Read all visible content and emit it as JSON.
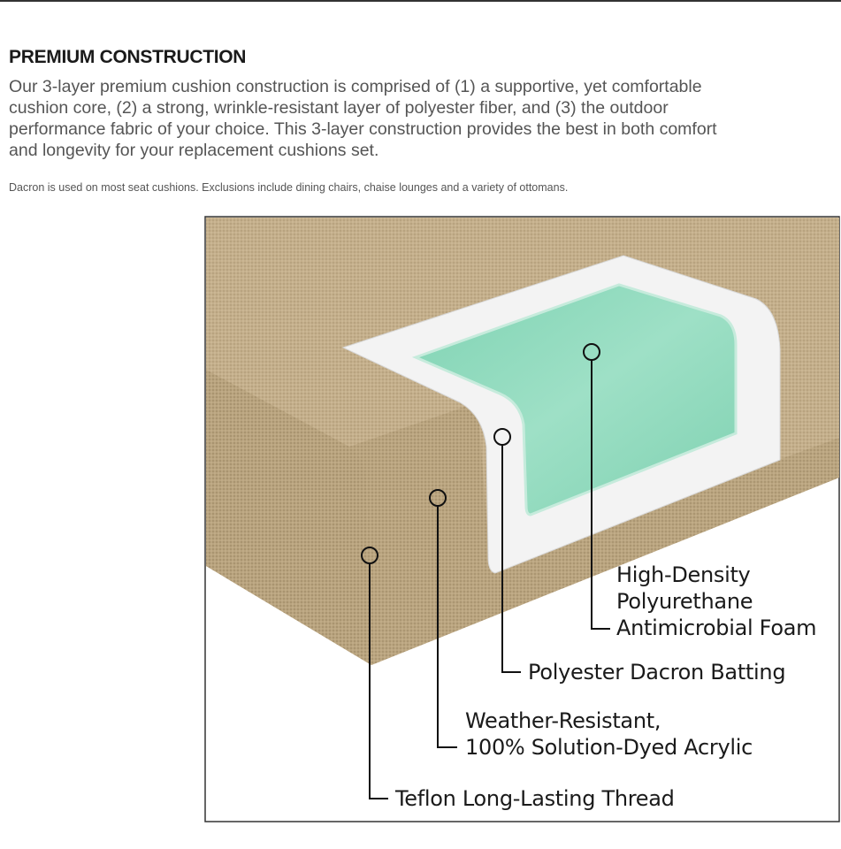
{
  "heading": "PREMIUM CONSTRUCTION",
  "intro": "Our 3-layer premium cushion construction is comprised of (1) a supportive, yet comfortable cushion core, (2) a strong, wrinkle-resistant layer of polyester fiber, and (3) the outdoor performance fabric of your choice. This 3-layer construction provides the best in both comfort and longevity for your replacement cushions set.",
  "note": "Dacron is used on most seat cushions. Exclusions include dining chairs, chaise lounges and a variety of ottomans.",
  "figure": {
    "labels": {
      "foam": [
        "High-Density",
        "Polyurethane",
        "Antimicrobial Foam"
      ],
      "batting": "Polyester Dacron Batting",
      "fabric": [
        "Weather-Resistant,",
        "100% Solution-Dyed Acrylic"
      ],
      "thread": "Teflon Long-Lasting Thread"
    },
    "colors": {
      "fabric": "#c2ad8a",
      "batting": "#f4f4f4",
      "foam": "#8fd9bd"
    }
  }
}
